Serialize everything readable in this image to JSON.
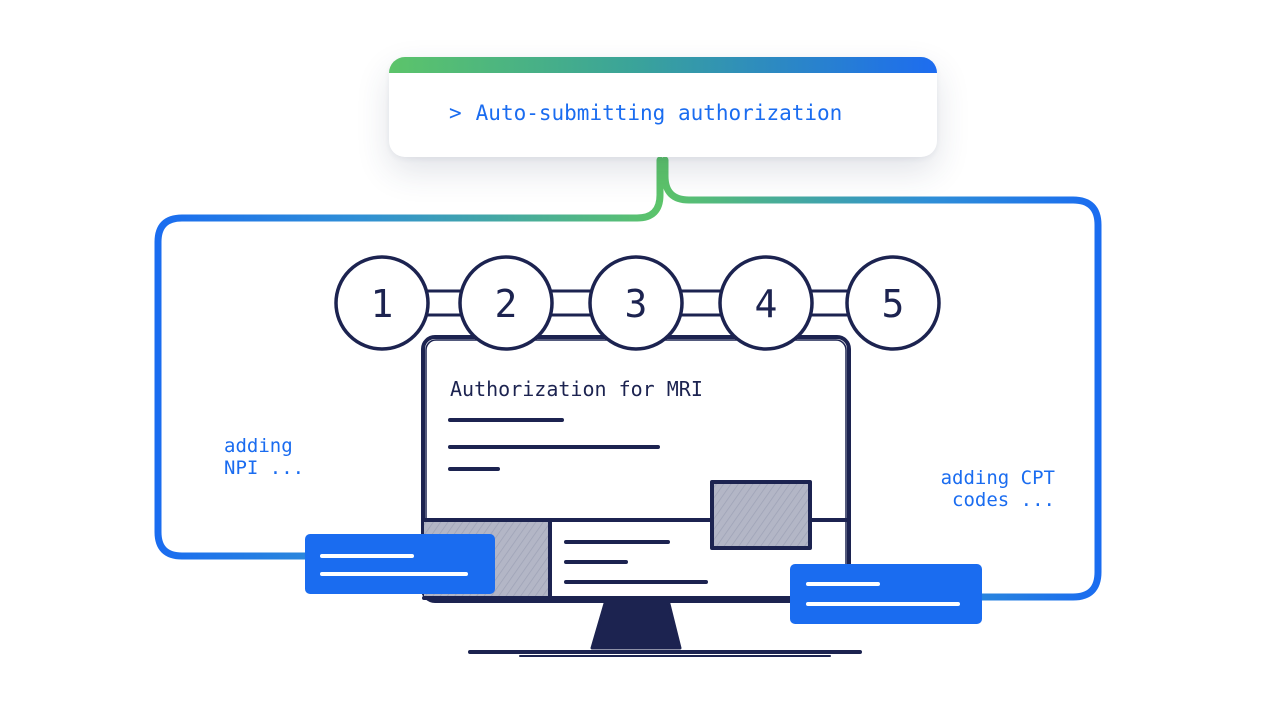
{
  "status_card": {
    "prompt_symbol": ">",
    "message": "Auto-submitting authorization",
    "gradient_colors": [
      "#5cc46a",
      "#1d6cf0"
    ]
  },
  "steps": [
    "1",
    "2",
    "3",
    "4",
    "5"
  ],
  "monitor": {
    "form_title": "Authorization for MRI"
  },
  "labels": {
    "left": "adding\nNPI ...",
    "right": "adding CPT\ncodes ..."
  },
  "colors": {
    "accent_blue": "#1a6cf0",
    "connector_green": "#5cc46a",
    "ink": "#1c2350",
    "sketch_fill": "#b3b6c6"
  }
}
